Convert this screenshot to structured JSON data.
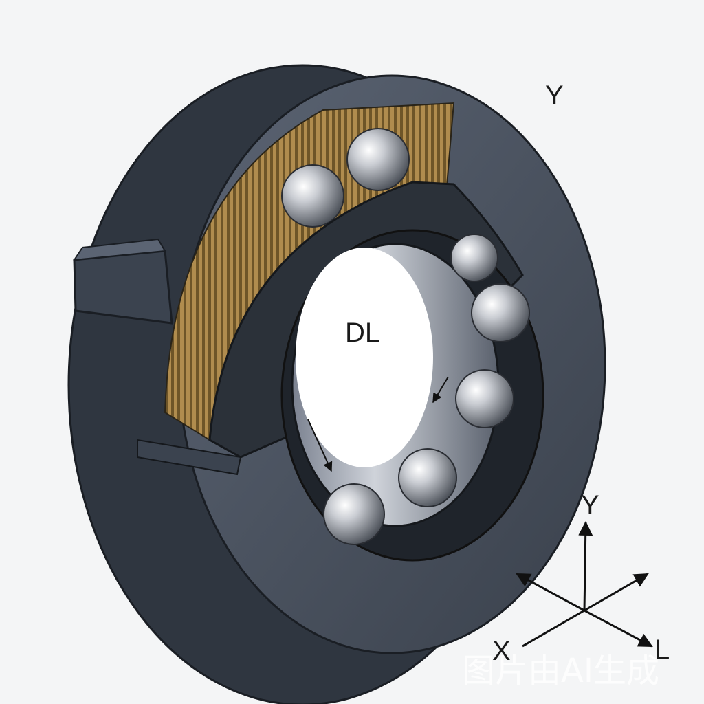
{
  "labels": {
    "top_y": "Y",
    "center": "DL",
    "axis_y": "Y",
    "axis_x": "X",
    "axis_l": "L"
  },
  "watermark": "图片由AI生成",
  "colors": {
    "housing": "#4a5361",
    "housing_dark": "#2f3640",
    "gear": "#8a6d3b",
    "ball": "#c9ccd2",
    "background": "#f4f5f6"
  }
}
